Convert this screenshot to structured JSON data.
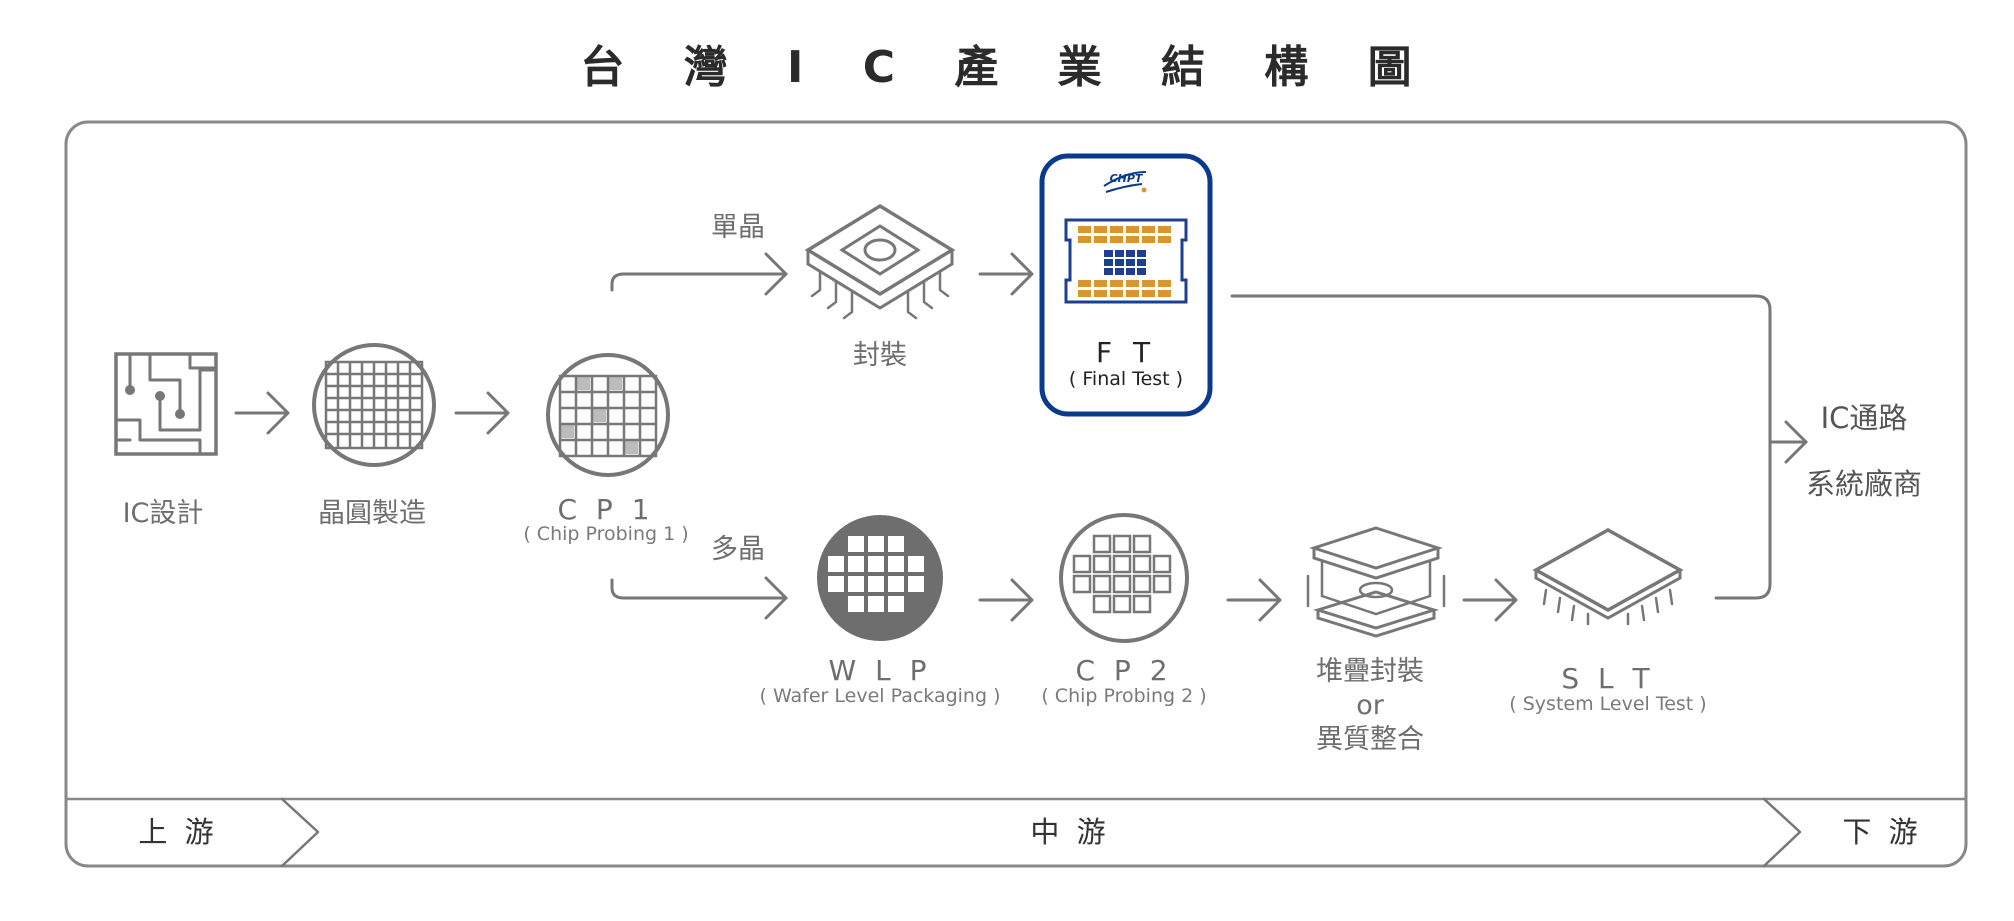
{
  "title": "台 灣 I C 產 業 結 構 圖",
  "nodes": {
    "ic_design": "IC設計",
    "wafer_fab": "晶圓製造",
    "cp1": {
      "label": "C P 1",
      "sub": "( Chip Probing 1 )"
    },
    "single_die": "單晶",
    "multi_die": "多晶",
    "packaging": "封裝",
    "ft": {
      "label": "F T",
      "sub": "( Final Test )",
      "logo": "CHPT"
    },
    "wlp": {
      "label": "W L P",
      "sub": "( Wafer Level Packaging )"
    },
    "cp2": {
      "label": "C P 2",
      "sub": "( Chip Probing 2 )"
    },
    "stack": {
      "line1": "堆疊封裝",
      "line2": "or",
      "line3": "異質整合"
    },
    "slt": {
      "label": "S L T",
      "sub": "( System Level Test )"
    },
    "downstream": {
      "line1": "IC通路",
      "line2": "系統廠商"
    }
  },
  "stages": {
    "upstream": "上 游",
    "midstream": "中 游",
    "downstream": "下 游"
  },
  "colors": {
    "line": "#777777",
    "ft_border": "#0a3a8c",
    "ft_pad": "#d9962e",
    "ft_chip": "#1e3f8f"
  }
}
